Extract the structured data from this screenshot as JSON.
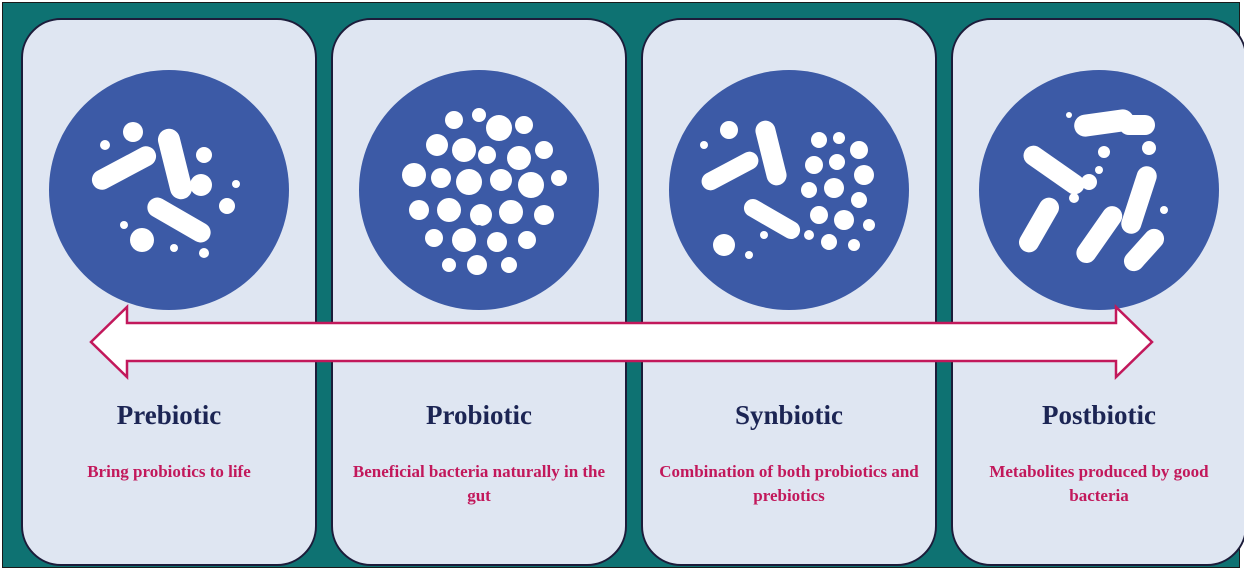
{
  "colors": {
    "background": "#0e7272",
    "card": "#dfe6f2",
    "circle": "#3c5aa6",
    "title": "#1c2554",
    "description": "#c2185b",
    "arrow_stroke": "#c2185b"
  },
  "cards": [
    {
      "icon": "rod-bacteria-icon",
      "title": "Prebiotic",
      "description": "Bring probiotics to life"
    },
    {
      "icon": "blob-cluster-icon",
      "title": "Probiotic",
      "description": "Beneficial bacteria naturally in the gut"
    },
    {
      "icon": "combined-bacteria-icon",
      "title": "Synbiotic",
      "description": "Combination of both probiotics and prebiotics"
    },
    {
      "icon": "many-rods-icon",
      "title": "Postbiotic",
      "description": "Metabolites produced by good bacteria"
    }
  ]
}
